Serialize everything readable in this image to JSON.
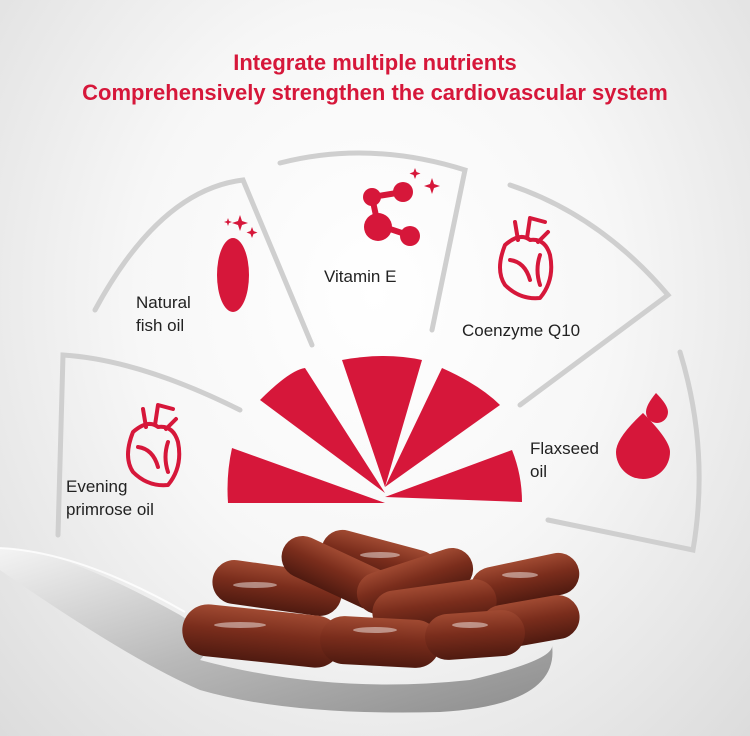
{
  "header": {
    "line1": "Integrate multiple nutrients",
    "line2": "Comprehensively strengthen the cardiovascular system"
  },
  "nutrients": [
    {
      "key": "fish_oil",
      "line1": "Natural",
      "line2": "fish oil",
      "icon": "capsule-icon"
    },
    {
      "key": "vitamin_e",
      "line1": "Vitamin E",
      "icon": "molecule-icon"
    },
    {
      "key": "coq10",
      "line1": "Coenzyme Q10",
      "icon": "heart-icon"
    },
    {
      "key": "flaxseed",
      "line1": "Flaxseed",
      "line2": "oil",
      "icon": "droplet-icon"
    },
    {
      "key": "primrose",
      "line1": "Evening",
      "line2": "primrose oil",
      "icon": "heart-icon"
    }
  ],
  "colors": {
    "accent": "#d6173a",
    "arc": "#cfcfcf",
    "capsule": "#7a2a1a"
  }
}
